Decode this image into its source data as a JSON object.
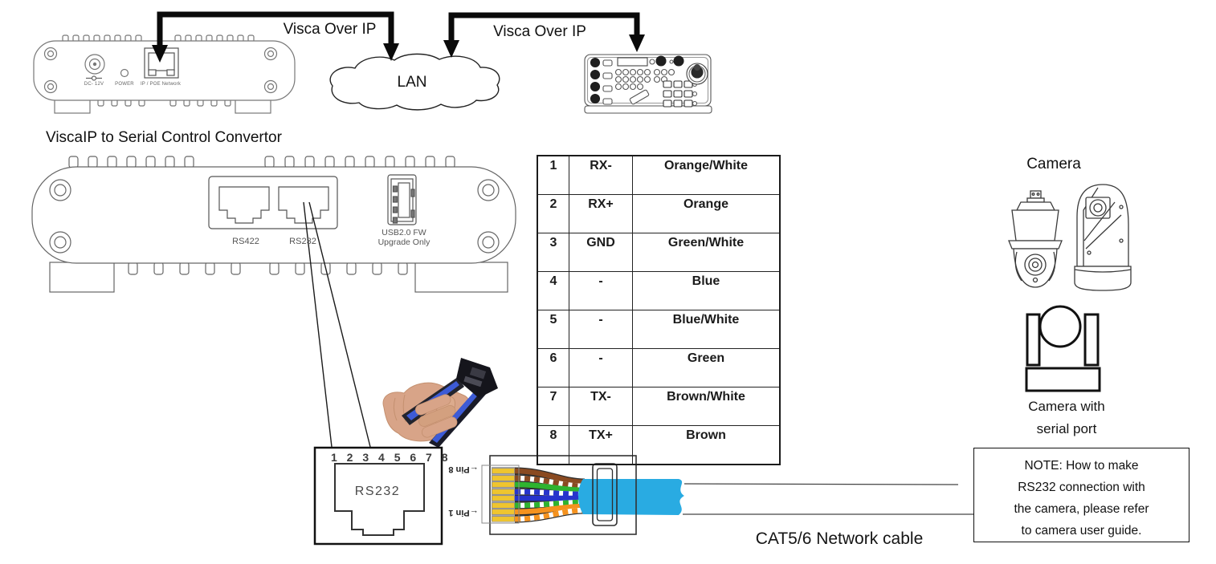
{
  "connections": {
    "label1": "Visca Over IP",
    "label2": "Visca Over IP",
    "lan": "LAN"
  },
  "small_converter": {
    "dc_label": "DC- 12V",
    "power_label": "POWER",
    "network_label": "IP / POE Network"
  },
  "converter": {
    "title": "ViscaIP to Serial Control Convertor",
    "rs422_label": "RS422",
    "rs232_label": "RS232",
    "usb_label_line1": "USB2.0 FW",
    "usb_label_line2": "Upgrade Only"
  },
  "pin_table": {
    "rows": [
      {
        "pin": "1",
        "signal": "RX-",
        "color": "Orange/White"
      },
      {
        "pin": "2",
        "signal": "RX+",
        "color": "Orange"
      },
      {
        "pin": "3",
        "signal": "GND",
        "color": "Green/White"
      },
      {
        "pin": "4",
        "signal": "-",
        "color": "Blue"
      },
      {
        "pin": "5",
        "signal": "-",
        "color": "Blue/White"
      },
      {
        "pin": "6",
        "signal": "-",
        "color": "Green"
      },
      {
        "pin": "7",
        "signal": "TX-",
        "color": "Brown/White"
      },
      {
        "pin": "8",
        "signal": "TX+",
        "color": "Brown"
      }
    ]
  },
  "socket": {
    "pins": "1 2 3 4 5 6 7 8",
    "label": "RS232"
  },
  "plug": {
    "arrow": "←",
    "pin8": "Pin 8",
    "pin1": "Pin 1"
  },
  "cable": {
    "label": "CAT5/6 Network cable"
  },
  "camera": {
    "title": "Camera",
    "caption_line1": "Camera with",
    "caption_line2": "serial port"
  },
  "note": {
    "line1": "NOTE: How to make",
    "line2": "RS232 connection with",
    "line3": "the camera, please refer",
    "line4": "to camera user guide."
  },
  "colors": {
    "cable_blue": "#29ABE2",
    "wire_brown": "#8A4A21",
    "wire_orange": "#F5921E",
    "wire_green": "#2FB32F",
    "wire_blue": "#2734CC",
    "contact_gold": "#EFC52F",
    "diagram_line": "#000000"
  }
}
